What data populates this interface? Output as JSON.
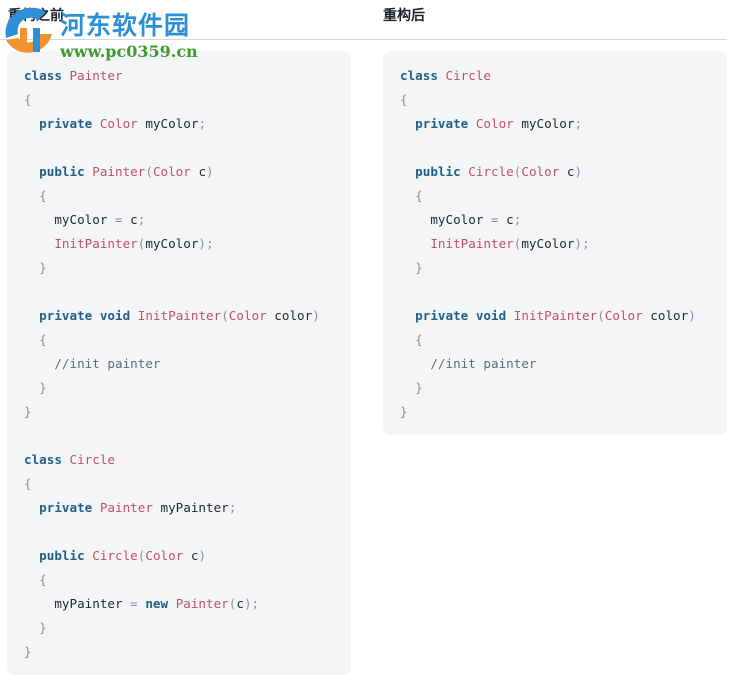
{
  "header": {
    "before_title": "重构之前",
    "after_title": "重构后"
  },
  "watermark": {
    "site_name": "河东软件园",
    "url": "www.pc0359.cn"
  },
  "colors": {
    "keyword": "#1f5f85",
    "type": "#c0506a",
    "punctuation": "#8d9298",
    "comment": "#666b70",
    "panel_bg": "#f4f5f7"
  },
  "before_code": [
    [
      {
        "t": "kw",
        "v": "class"
      },
      {
        "t": "id",
        "v": " "
      },
      {
        "t": "ty",
        "v": "Painter"
      }
    ],
    [
      {
        "t": "pn",
        "v": "{"
      }
    ],
    [
      {
        "t": "id",
        "v": "  "
      },
      {
        "t": "kw",
        "v": "private"
      },
      {
        "t": "id",
        "v": " "
      },
      {
        "t": "ty",
        "v": "Color"
      },
      {
        "t": "id",
        "v": " myColor"
      },
      {
        "t": "pn",
        "v": ";"
      }
    ],
    [],
    [
      {
        "t": "id",
        "v": "  "
      },
      {
        "t": "kw",
        "v": "public"
      },
      {
        "t": "id",
        "v": " "
      },
      {
        "t": "ty",
        "v": "Painter"
      },
      {
        "t": "pn",
        "v": "("
      },
      {
        "t": "ty",
        "v": "Color"
      },
      {
        "t": "id",
        "v": " c"
      },
      {
        "t": "pn",
        "v": ")"
      }
    ],
    [
      {
        "t": "id",
        "v": "  "
      },
      {
        "t": "pn",
        "v": "{"
      }
    ],
    [
      {
        "t": "id",
        "v": "    myColor "
      },
      {
        "t": "pn",
        "v": "="
      },
      {
        "t": "id",
        "v": " c"
      },
      {
        "t": "pn",
        "v": ";"
      }
    ],
    [
      {
        "t": "id",
        "v": "    "
      },
      {
        "t": "ty",
        "v": "InitPainter"
      },
      {
        "t": "pn",
        "v": "("
      },
      {
        "t": "id",
        "v": "myColor"
      },
      {
        "t": "pn",
        "v": ");"
      }
    ],
    [
      {
        "t": "id",
        "v": "  "
      },
      {
        "t": "pn",
        "v": "}"
      }
    ],
    [],
    [
      {
        "t": "id",
        "v": "  "
      },
      {
        "t": "kw",
        "v": "private"
      },
      {
        "t": "id",
        "v": " "
      },
      {
        "t": "kw",
        "v": "void"
      },
      {
        "t": "id",
        "v": " "
      },
      {
        "t": "ty",
        "v": "InitPainter"
      },
      {
        "t": "pn",
        "v": "("
      },
      {
        "t": "ty",
        "v": "Color"
      },
      {
        "t": "id",
        "v": " color"
      },
      {
        "t": "pn",
        "v": ")"
      }
    ],
    [
      {
        "t": "id",
        "v": "  "
      },
      {
        "t": "pn",
        "v": "{"
      }
    ],
    [
      {
        "t": "id",
        "v": "    "
      },
      {
        "t": "cm",
        "v": "//init painter"
      }
    ],
    [
      {
        "t": "id",
        "v": "  "
      },
      {
        "t": "pn",
        "v": "}"
      }
    ],
    [
      {
        "t": "pn",
        "v": "}"
      }
    ],
    [],
    [
      {
        "t": "kw",
        "v": "class"
      },
      {
        "t": "id",
        "v": " "
      },
      {
        "t": "ty",
        "v": "Circle"
      }
    ],
    [
      {
        "t": "pn",
        "v": "{"
      }
    ],
    [
      {
        "t": "id",
        "v": "  "
      },
      {
        "t": "kw",
        "v": "private"
      },
      {
        "t": "id",
        "v": " "
      },
      {
        "t": "ty",
        "v": "Painter"
      },
      {
        "t": "id",
        "v": " myPainter"
      },
      {
        "t": "pn",
        "v": ";"
      }
    ],
    [],
    [
      {
        "t": "id",
        "v": "  "
      },
      {
        "t": "kw",
        "v": "public"
      },
      {
        "t": "id",
        "v": " "
      },
      {
        "t": "ty",
        "v": "Circle"
      },
      {
        "t": "pn",
        "v": "("
      },
      {
        "t": "ty",
        "v": "Color"
      },
      {
        "t": "id",
        "v": " c"
      },
      {
        "t": "pn",
        "v": ")"
      }
    ],
    [
      {
        "t": "id",
        "v": "  "
      },
      {
        "t": "pn",
        "v": "{"
      }
    ],
    [
      {
        "t": "id",
        "v": "    myPainter "
      },
      {
        "t": "pn",
        "v": "="
      },
      {
        "t": "id",
        "v": " "
      },
      {
        "t": "kw",
        "v": "new"
      },
      {
        "t": "id",
        "v": " "
      },
      {
        "t": "ty",
        "v": "Painter"
      },
      {
        "t": "pn",
        "v": "("
      },
      {
        "t": "id",
        "v": "c"
      },
      {
        "t": "pn",
        "v": ");"
      }
    ],
    [
      {
        "t": "id",
        "v": "  "
      },
      {
        "t": "pn",
        "v": "}"
      }
    ],
    [
      {
        "t": "pn",
        "v": "}"
      }
    ]
  ],
  "after_code": [
    [
      {
        "t": "kw",
        "v": "class"
      },
      {
        "t": "id",
        "v": " "
      },
      {
        "t": "ty",
        "v": "Circle"
      }
    ],
    [
      {
        "t": "pn",
        "v": "{"
      }
    ],
    [
      {
        "t": "id",
        "v": "  "
      },
      {
        "t": "kw",
        "v": "private"
      },
      {
        "t": "id",
        "v": " "
      },
      {
        "t": "ty",
        "v": "Color"
      },
      {
        "t": "id",
        "v": " myColor"
      },
      {
        "t": "pn",
        "v": ";"
      }
    ],
    [],
    [
      {
        "t": "id",
        "v": "  "
      },
      {
        "t": "kw",
        "v": "public"
      },
      {
        "t": "id",
        "v": " "
      },
      {
        "t": "ty",
        "v": "Circle"
      },
      {
        "t": "pn",
        "v": "("
      },
      {
        "t": "ty",
        "v": "Color"
      },
      {
        "t": "id",
        "v": " c"
      },
      {
        "t": "pn",
        "v": ")"
      }
    ],
    [
      {
        "t": "id",
        "v": "  "
      },
      {
        "t": "pn",
        "v": "{"
      }
    ],
    [
      {
        "t": "id",
        "v": "    myColor "
      },
      {
        "t": "pn",
        "v": "="
      },
      {
        "t": "id",
        "v": " c"
      },
      {
        "t": "pn",
        "v": ";"
      }
    ],
    [
      {
        "t": "id",
        "v": "    "
      },
      {
        "t": "ty",
        "v": "InitPainter"
      },
      {
        "t": "pn",
        "v": "("
      },
      {
        "t": "id",
        "v": "myColor"
      },
      {
        "t": "pn",
        "v": ");"
      }
    ],
    [
      {
        "t": "id",
        "v": "  "
      },
      {
        "t": "pn",
        "v": "}"
      }
    ],
    [],
    [
      {
        "t": "id",
        "v": "  "
      },
      {
        "t": "kw",
        "v": "private"
      },
      {
        "t": "id",
        "v": " "
      },
      {
        "t": "kw",
        "v": "void"
      },
      {
        "t": "id",
        "v": " "
      },
      {
        "t": "ty",
        "v": "InitPainter"
      },
      {
        "t": "pn",
        "v": "("
      },
      {
        "t": "ty",
        "v": "Color"
      },
      {
        "t": "id",
        "v": " color"
      },
      {
        "t": "pn",
        "v": ")"
      }
    ],
    [
      {
        "t": "id",
        "v": "  "
      },
      {
        "t": "pn",
        "v": "{"
      }
    ],
    [
      {
        "t": "id",
        "v": "    "
      },
      {
        "t": "cm",
        "v": "//init painter"
      }
    ],
    [
      {
        "t": "id",
        "v": "  "
      },
      {
        "t": "pn",
        "v": "}"
      }
    ],
    [
      {
        "t": "pn",
        "v": "}"
      }
    ]
  ]
}
